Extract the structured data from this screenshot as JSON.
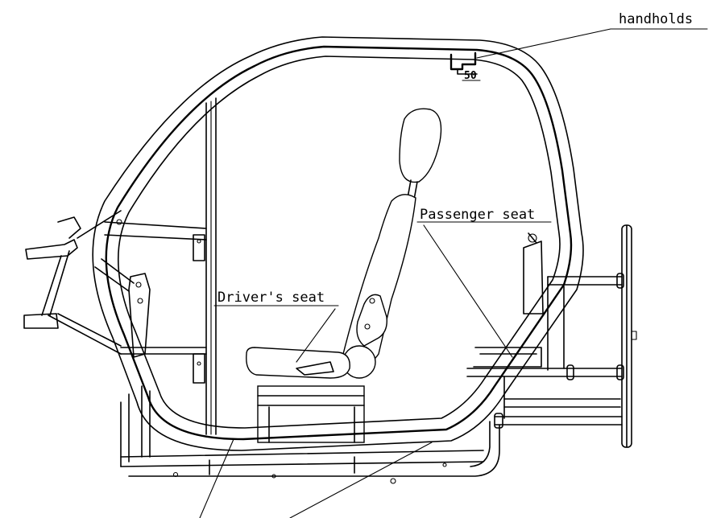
{
  "labels": {
    "handholds": "handholds",
    "passenger_seat": "Passenger seat",
    "drivers_seat": "Driver's seat",
    "handle_mark": "50"
  }
}
